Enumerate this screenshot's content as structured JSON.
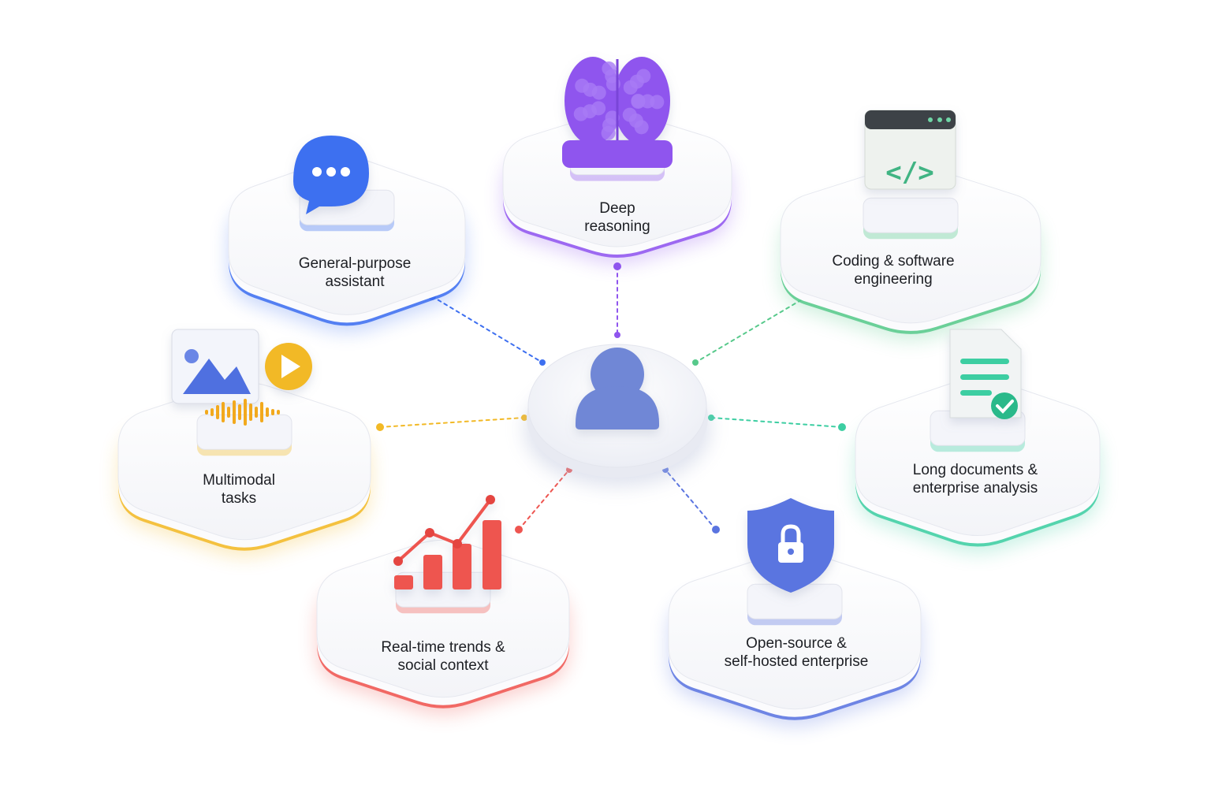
{
  "center": {
    "label": "user-hub",
    "icon": "user-icon",
    "color": "#6f87d6"
  },
  "nodes": [
    {
      "id": "general",
      "lines": [
        "General-purpose",
        "assistant"
      ],
      "icon": "chat-bubble-icon",
      "color": "#3d6ff0"
    },
    {
      "id": "reasoning",
      "lines": [
        "Deep",
        "reasoning"
      ],
      "icon": "brain-icon",
      "color": "#8f55ee"
    },
    {
      "id": "coding",
      "lines": [
        "Coding & software",
        "engineering"
      ],
      "icon": "code-window-icon",
      "color": "#57c98b"
    },
    {
      "id": "multimodal",
      "lines": [
        "Multimodal",
        "tasks"
      ],
      "icon": "media-play-icon",
      "color": "#f2b926"
    },
    {
      "id": "documents",
      "lines": [
        "Long documents &",
        "enterprise analysis"
      ],
      "icon": "document-check-icon",
      "color": "#3dcea2"
    },
    {
      "id": "trends",
      "lines": [
        "Real-time trends &",
        "social context"
      ],
      "icon": "chart-trend-icon",
      "color": "#ee5550"
    },
    {
      "id": "opensource",
      "lines": [
        "Open-source &",
        "self-hosted enterprise"
      ],
      "icon": "shield-lock-icon",
      "color": "#5a74e0"
    }
  ]
}
